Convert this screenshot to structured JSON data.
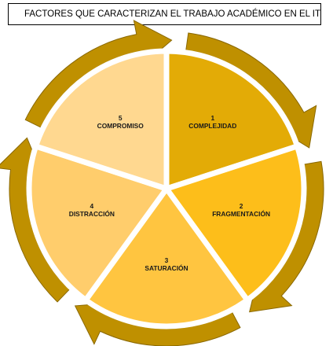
{
  "title": "FACTORES QUE CARACTERIZAN EL TRABAJO ACADÉMICO EN EL ITQ",
  "colors": {
    "arrow": "#BF9000",
    "arrow_stroke": "#8a6800",
    "separator": "#ffffff"
  },
  "segments": [
    {
      "number": "1",
      "label": "COMPLEJIDAD",
      "color": "#E3AB06"
    },
    {
      "number": "2",
      "label": "FRAGMENTACIÓN",
      "color": "#FDBE1A"
    },
    {
      "number": "3",
      "label": "SATURACIÓN",
      "color": "#FFC540"
    },
    {
      "number": "4",
      "label": "DISTRACCIÓN",
      "color": "#FFCD6C"
    },
    {
      "number": "5",
      "label": "COMPROMISO",
      "color": "#FFD890"
    }
  ]
}
